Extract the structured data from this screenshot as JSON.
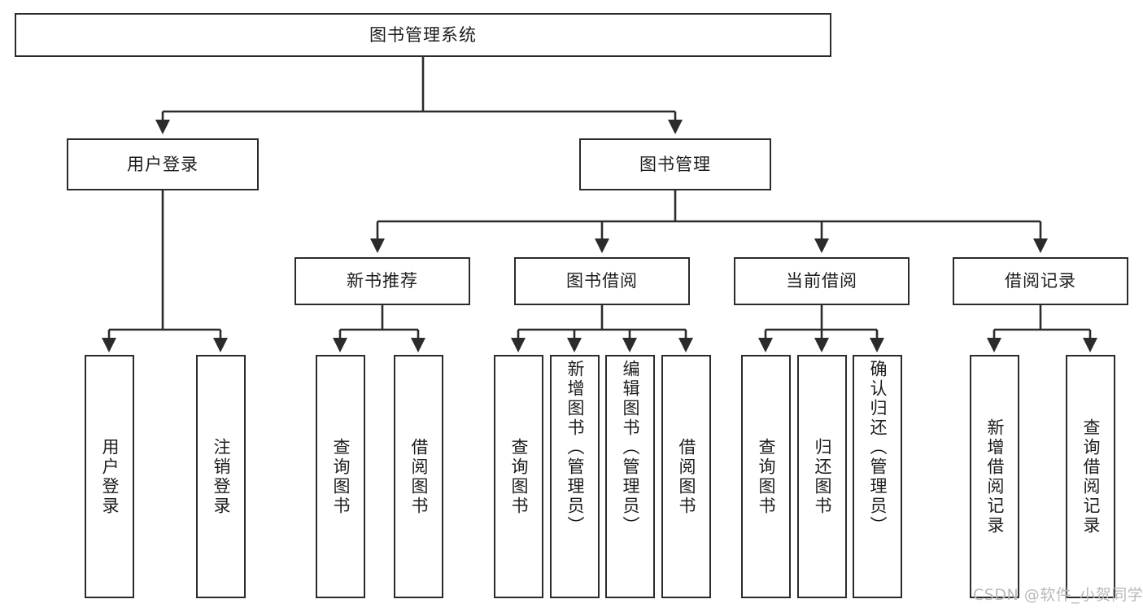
{
  "diagram": {
    "title": "图书管理系统",
    "type": "tree",
    "watermark": "CSDN @软件_小贺同学",
    "colors": {
      "node_border": "#2b2b2b",
      "node_fill": "#ffffff",
      "edge": "#2b2b2b",
      "text": "#1d1d1d",
      "watermark": "#b9b9b9",
      "background": "#ffffff"
    },
    "root": {
      "label": "图书管理系统"
    },
    "level2": [
      {
        "label": "用户登录"
      },
      {
        "label": "图书管理"
      }
    ],
    "level3": [
      {
        "label": "新书推荐"
      },
      {
        "label": "图书借阅"
      },
      {
        "label": "当前借阅"
      },
      {
        "label": "借阅记录"
      }
    ],
    "leaves": {
      "user_login": [
        {
          "label": "用户登录"
        },
        {
          "label": "注销登录"
        }
      ],
      "new_book": [
        {
          "label": "查询图书"
        },
        {
          "label": "借阅图书"
        }
      ],
      "borrow_book": [
        {
          "label": "查询图书"
        },
        {
          "label": "新增图书（管理员）"
        },
        {
          "label": "编辑图书（管理员）"
        },
        {
          "label": "借阅图书"
        }
      ],
      "current_borrow": [
        {
          "label": "查询图书"
        },
        {
          "label": "归还图书"
        },
        {
          "label": "确认归还（管理员）"
        }
      ],
      "borrow_record": [
        {
          "label": "新增借阅记录"
        },
        {
          "label": "查询借阅记录"
        }
      ]
    }
  }
}
